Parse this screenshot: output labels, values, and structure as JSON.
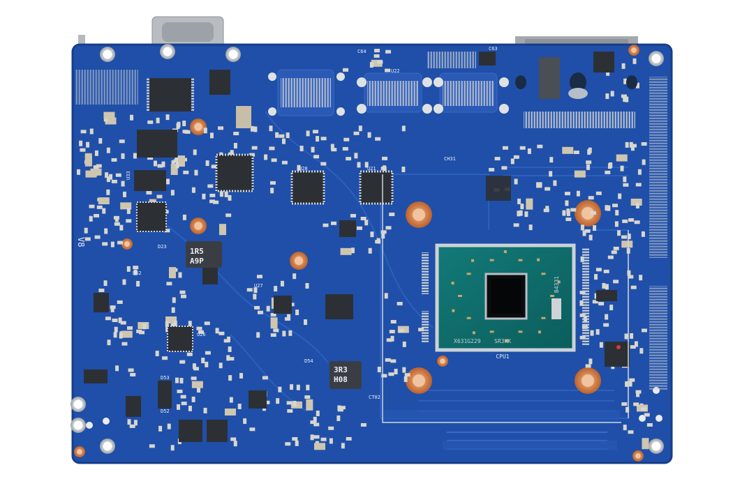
{
  "photo": {
    "subject": "motherboard-pcb-bottom-view",
    "colors": {
      "background": "#ffffff",
      "board": "#1f4fa8",
      "board_dark": "#163e8a",
      "trace": "#2a5cb8",
      "pad": "#d8d6cf",
      "copper": "#c9743f",
      "chip": "#2d3136",
      "cpu_substrate": "#0e6b6a",
      "die": "#0c0d0f"
    }
  },
  "labels": {
    "cpu_ref": "CPU1",
    "cpu_code1": "X631G229",
    "cpu_code2": "SR3KK",
    "cpu_side": "B4331",
    "inductor1_a": "1R5",
    "inductor1_b": "A9P",
    "inductor2_a": "3R3",
    "inductor2_b": "H08",
    "rev": "V8",
    "ref_u33": "U33",
    "ref_u27": "U27",
    "ref_u26": "U26",
    "ref_u28": "U28",
    "ref_u22": "U22",
    "ref_u21": "U21",
    "ref_d23": "D23",
    "ref_d62": "D62",
    "ref_ct02": "CT02",
    "ref_c64": "C64",
    "ref_c63": "C63",
    "ref_ch31": "CH31",
    "ref_d54": "D54",
    "ref_d53": "D53",
    "ref_d52": "D52"
  }
}
